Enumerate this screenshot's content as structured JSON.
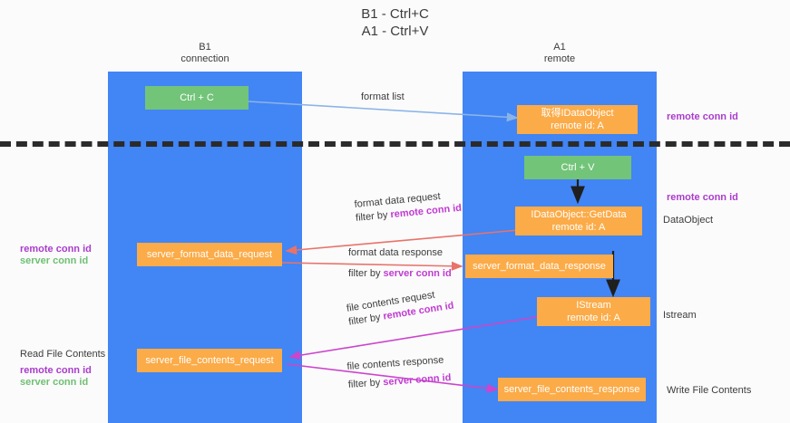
{
  "diagram": {
    "title": "B1 - Ctrl+C\nA1 - Ctrl+V",
    "lanes": [
      {
        "id": "b1",
        "header": "B1\nconnection",
        "color": "#4285f4"
      },
      {
        "id": "a1",
        "header": "A1\nremote",
        "color": "#4285f4"
      }
    ],
    "colors": {
      "lane": "#4285f4",
      "green_node": "#72c479",
      "orange_node": "#fbab48",
      "blue_arrow": "#8ab4e8",
      "red_arrow": "#e8736a",
      "magenta_arrow": "#cc45cc",
      "black_arrow": "#1f1f1f",
      "remote_conn_id": "#aa3ccc",
      "server_conn_id": "#6fbf73",
      "separator": "#2b2b2b"
    },
    "nodes": [
      {
        "id": "ctrl-c",
        "lane": "b1",
        "style": "green",
        "line1": "Ctrl + C",
        "line2": ""
      },
      {
        "id": "get-idataobject",
        "lane": "a1",
        "style": "orange",
        "line1": "取得IDataObject",
        "line2": "remote id: A"
      },
      {
        "id": "ctrl-v",
        "lane": "a1",
        "style": "green",
        "line1": "Ctrl + V",
        "line2": ""
      },
      {
        "id": "idataobject-getdata",
        "lane": "a1",
        "style": "orange",
        "line1": "IDataObject::GetData",
        "line2": "remote id: A"
      },
      {
        "id": "server-format-data-request",
        "lane": "b1",
        "style": "orange",
        "line1": "server_format_data_request",
        "line2": ""
      },
      {
        "id": "server-format-data-response",
        "lane": "a1",
        "style": "orange",
        "line1": "server_format_data_response",
        "line2": ""
      },
      {
        "id": "istream",
        "lane": "a1",
        "style": "orange",
        "line1": "IStream",
        "line2": "remote id: A"
      },
      {
        "id": "server-file-contents-request",
        "lane": "b1",
        "style": "orange",
        "line1": "server_file_contents_request",
        "line2": ""
      },
      {
        "id": "server-file-contents-response",
        "lane": "a1",
        "style": "orange",
        "line1": "server_file_contents_response",
        "line2": ""
      }
    ],
    "edge_labels": [
      {
        "id": "format-list",
        "line1": "format list",
        "line2": "",
        "filter_kind": ""
      },
      {
        "id": "format-data-request",
        "line1": "format data request",
        "line2_prefix": "filter by ",
        "line2_key": "remote conn id"
      },
      {
        "id": "format-data-response",
        "line1": "format data response",
        "line2_prefix": "filter by ",
        "line2_key": "server conn id"
      },
      {
        "id": "file-contents-request",
        "line1": "file contents request",
        "line2_prefix": "filter by ",
        "line2_key": "remote conn id"
      },
      {
        "id": "file-contents-response",
        "line1": "file contents response",
        "line2_prefix": "filter by ",
        "line2_key": "server conn id"
      }
    ],
    "side_notes": {
      "right_remote_top": "remote conn id",
      "right_remote_mid": "remote conn id",
      "right_dataobject": "DataObject",
      "right_istream": "Istream",
      "right_write_file": "Write File Contents",
      "left_remote_mid": "remote conn id",
      "left_server_mid": "server conn id",
      "left_read_file": "Read File Contents",
      "left_remote_bot": "remote conn id",
      "left_server_bot": "server conn id"
    },
    "text_tokens": {
      "filter_by": "filter by ",
      "remote_conn_id": "remote conn id",
      "server_conn_id": "server conn id"
    }
  }
}
